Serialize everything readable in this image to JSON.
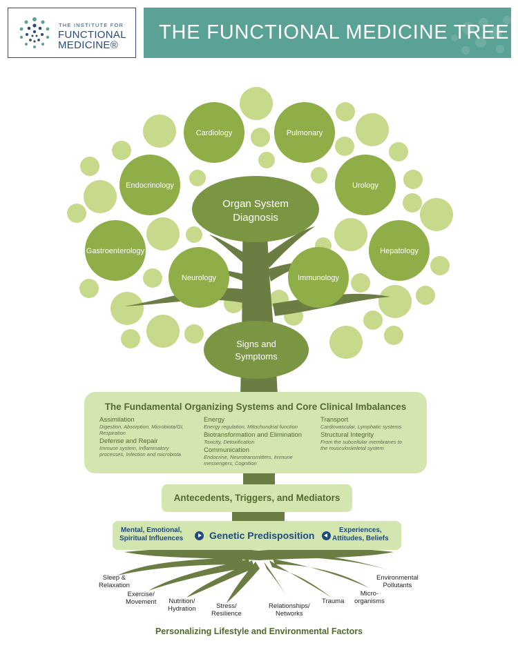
{
  "header": {
    "logo_small": "THE INSTITUTE FOR",
    "logo_line1": "FUNCTIONAL",
    "logo_line2": "MEDICINE®",
    "title": "THE FUNCTIONAL MEDICINE TREE"
  },
  "crown": {
    "center": [
      "Organ System",
      "Diagnosis"
    ],
    "nodes": [
      "Cardiology",
      "Pulmonary",
      "Endocrinology",
      "Urology",
      "Gastroenterology",
      "Hepatology",
      "Neurology",
      "Immunology"
    ]
  },
  "trunk": {
    "signs": [
      "Signs and",
      "Symptoms"
    ]
  },
  "systems": {
    "title": "The Fundamental Organizing Systems and Core Clinical Imbalances",
    "col1": [
      {
        "heading": "Assimilation",
        "sub": [
          "Digestion, Absorption, Microbiota/GI,",
          "Respiration"
        ]
      },
      {
        "heading": "Defense and Repair",
        "sub": [
          "Immune system, Inflammatory",
          "processes, Infection and microbiota"
        ]
      }
    ],
    "col2": [
      {
        "heading": "Energy",
        "sub": [
          "Energy regulation, Mitochondrial function"
        ]
      },
      {
        "heading": "Biotransformation and Elimination",
        "sub": [
          "Toxicity, Detoxification"
        ]
      },
      {
        "heading": "Communication",
        "sub": [
          "Endocrine, Neurotransmitters, Immune",
          "messengers, Cognition"
        ]
      }
    ],
    "col3": [
      {
        "heading": "Transport",
        "sub": [
          "Cardiovascular, Lymphatic systems"
        ]
      },
      {
        "heading": "Structural Integrity",
        "sub": [
          "From the subcellular membranes to",
          "the musculoskeletal system"
        ]
      }
    ]
  },
  "antecedents": "Antecedents, Triggers, and Mediators",
  "genetic": {
    "left": [
      "Mental, Emotional,",
      "Spiritual Influences"
    ],
    "center": "Genetic Predisposition",
    "right": [
      "Experiences,",
      "Attitudes, Beliefs"
    ]
  },
  "roots": [
    [
      "Sleep &",
      "Relaxation"
    ],
    [
      "Exercise/",
      "Movement"
    ],
    [
      "Nutrition/",
      "Hydration"
    ],
    [
      "Stress/",
      "Resilience"
    ],
    [
      "Relationships/",
      "Networks"
    ],
    [
      "Trauma"
    ],
    [
      "Micro-",
      "organisms"
    ],
    [
      "Environmental",
      "Pollutants"
    ]
  ],
  "footer": "Personalizing Lifestyle and Environmental Factors",
  "colors": {
    "teal": "#5aa196",
    "navy": "#2b4a7a",
    "node_green": "#8fae47",
    "light_green": "#c7d98a",
    "trunk": "#6b7d42",
    "panel": "#d4e6b0",
    "text_green": "#4f6a2c"
  }
}
